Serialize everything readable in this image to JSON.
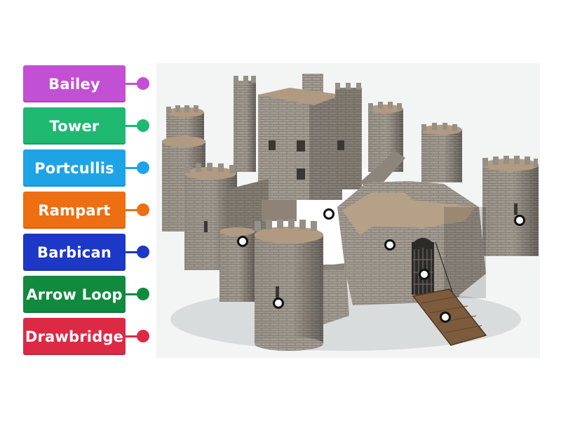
{
  "labels": [
    {
      "text": "Bailey",
      "color": "#c34fd4"
    },
    {
      "text": "Tower",
      "color": "#1fb871"
    },
    {
      "text": "Portcullis",
      "color": "#1ea4e6"
    },
    {
      "text": "Rampart",
      "color": "#ee6e12"
    },
    {
      "text": "Barbican",
      "color": "#1d37c6"
    },
    {
      "text": "Arrow Loop",
      "color": "#118a3e"
    },
    {
      "text": "Drawbridge",
      "color": "#dc2a45"
    }
  ],
  "scene": {
    "image": "medieval-castle-illustration",
    "background": "#f3f4f4",
    "stone_color": "#9a938a",
    "hotspot_count": 7
  }
}
